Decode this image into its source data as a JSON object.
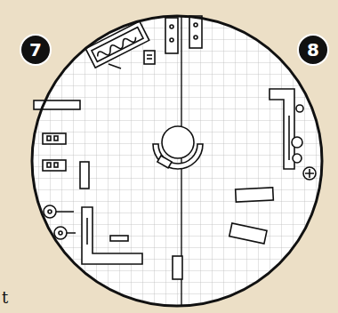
{
  "diagram": {
    "nodes": [
      {
        "text": [
          "7"
        ]
      },
      {
        "text": [
          "8"
        ]
      }
    ],
    "labels": [
      "t"
    ]
  }
}
